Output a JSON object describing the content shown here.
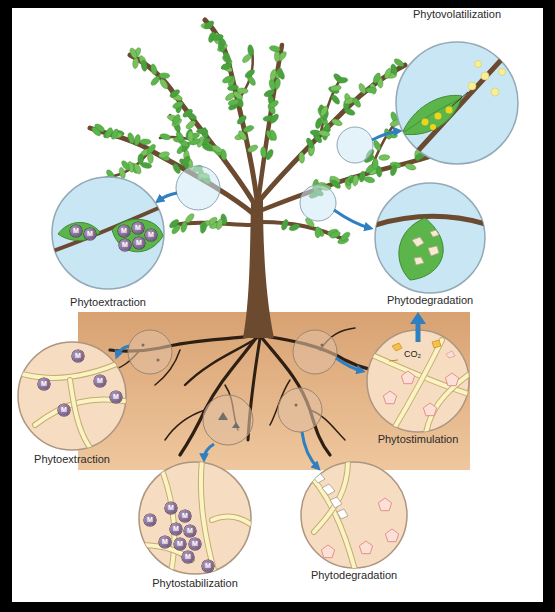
{
  "diagram": {
    "nodes": [
      {
        "text": [
          "Phytovolatilization"
        ]
      },
      {
        "text": [
          "Phytoextraction"
        ]
      },
      {
        "text": [
          "Phytodegradation"
        ]
      },
      {
        "text": [
          "Phytoextraction"
        ]
      },
      {
        "text": [
          "Phytostimulation"
        ]
      },
      {
        "text": [
          "Phytostabilization"
        ]
      },
      {
        "text": [
          "Phytodegradation"
        ]
      }
    ],
    "labels": [
      "M",
      "M",
      "M",
      "M",
      "M",
      "M",
      "M",
      "M",
      "M",
      "M",
      "M",
      "M",
      "CO₂",
      "M",
      "M",
      "M",
      "M",
      "M",
      "M",
      "M",
      "M",
      "M",
      "M"
    ]
  }
}
